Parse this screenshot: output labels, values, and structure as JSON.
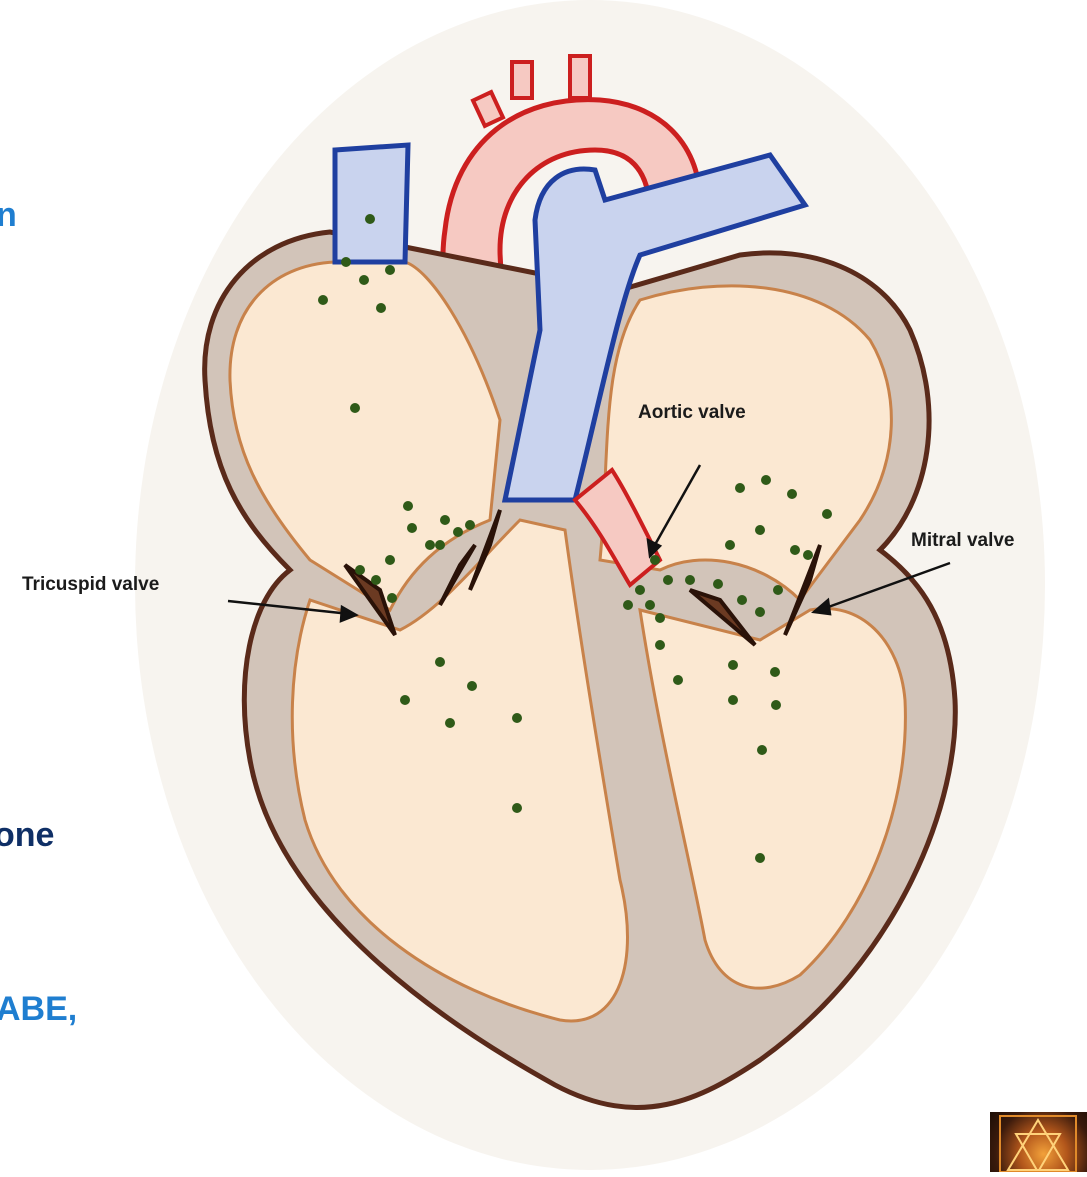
{
  "fragments": {
    "top_left": "n",
    "mid_left": "one",
    "bottom_left": "ABE,"
  },
  "labels": {
    "aortic_valve": "Aortic valve",
    "mitral_valve": "Mitral valve",
    "tricuspid_valve": "Tricuspid valve"
  },
  "colors": {
    "blue_vessel": "#c9d3ee",
    "blue_outline": "#1f3fa0",
    "aorta_fill": "#f6c9c2",
    "aorta_outline": "#cc1f1f",
    "wall": "#d2c4b9",
    "chamber": "#fbe8d2",
    "chamber_outline": "#c8824a",
    "dots": "#2f5a18"
  },
  "logo_icon": "sri-yantra-logo"
}
